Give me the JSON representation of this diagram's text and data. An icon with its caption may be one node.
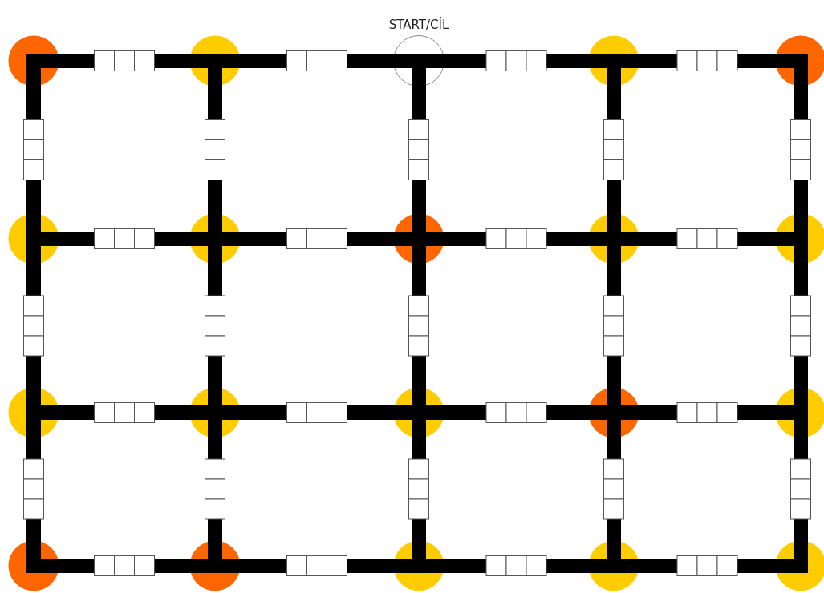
{
  "diagram": {
    "nodes": [
      {
        "text": [],
        "shape": "circle"
      },
      {
        "text": [],
        "shape": "circle"
      },
      {
        "text": [
          "START/CÍL"
        ]
      },
      {
        "text": [],
        "shape": "circle"
      },
      {
        "text": [],
        "shape": "circle"
      },
      {
        "text": [],
        "shape": "circle"
      },
      {
        "text": [],
        "shape": "circle"
      },
      {
        "text": [],
        "shape": "circle"
      },
      {
        "text": [],
        "shape": "circle"
      },
      {
        "text": [],
        "shape": "circle"
      },
      {
        "text": [],
        "shape": "circle"
      },
      {
        "text": [],
        "shape": "circle"
      },
      {
        "text": [],
        "shape": "circle"
      },
      {
        "text": [],
        "shape": "circle"
      },
      {
        "text": [],
        "shape": "circle"
      },
      {
        "text": [],
        "shape": "circle"
      },
      {
        "text": [],
        "shape": "circle"
      },
      {
        "text": [],
        "shape": "circle"
      },
      {
        "text": [],
        "shape": "circle"
      },
      {
        "text": [],
        "shape": "circle"
      }
    ],
    "edges": [
      {
        "from": 0,
        "to": 1,
        "arrow": "none"
      },
      {
        "from": 1,
        "to": 2,
        "arrow": "none"
      },
      {
        "from": 2,
        "to": 3,
        "arrow": "none"
      },
      {
        "from": 3,
        "to": 4,
        "arrow": "none"
      },
      {
        "from": 5,
        "to": 6,
        "arrow": "none"
      },
      {
        "from": 6,
        "to": 7,
        "arrow": "none"
      },
      {
        "from": 7,
        "to": 8,
        "arrow": "none"
      },
      {
        "from": 8,
        "to": 9,
        "arrow": "none"
      },
      {
        "from": 10,
        "to": 11,
        "arrow": "none"
      },
      {
        "from": 11,
        "to": 12,
        "arrow": "none"
      },
      {
        "from": 12,
        "to": 13,
        "arrow": "none"
      },
      {
        "from": 13,
        "to": 14,
        "arrow": "none"
      },
      {
        "from": 15,
        "to": 16,
        "arrow": "none"
      },
      {
        "from": 16,
        "to": 17,
        "arrow": "none"
      },
      {
        "from": 17,
        "to": 18,
        "arrow": "none"
      },
      {
        "from": 18,
        "to": 19,
        "arrow": "none"
      },
      {
        "from": 0,
        "to": 5,
        "arrow": "none"
      },
      {
        "from": 1,
        "to": 6,
        "arrow": "none"
      },
      {
        "from": 2,
        "to": 7,
        "arrow": "none"
      },
      {
        "from": 3,
        "to": 8,
        "arrow": "none"
      },
      {
        "from": 4,
        "to": 9,
        "arrow": "none"
      },
      {
        "from": 5,
        "to": 10,
        "arrow": "none"
      },
      {
        "from": 6,
        "to": 11,
        "arrow": "none"
      },
      {
        "from": 7,
        "to": 12,
        "arrow": "none"
      },
      {
        "from": 8,
        "to": 13,
        "arrow": "none"
      },
      {
        "from": 9,
        "to": 14,
        "arrow": "none"
      },
      {
        "from": 10,
        "to": 15,
        "arrow": "none"
      },
      {
        "from": 11,
        "to": 16,
        "arrow": "none"
      },
      {
        "from": 12,
        "to": 17,
        "arrow": "none"
      },
      {
        "from": 13,
        "to": 18,
        "arrow": "none"
      },
      {
        "from": 14,
        "to": 19,
        "arrow": "none"
      }
    ]
  }
}
